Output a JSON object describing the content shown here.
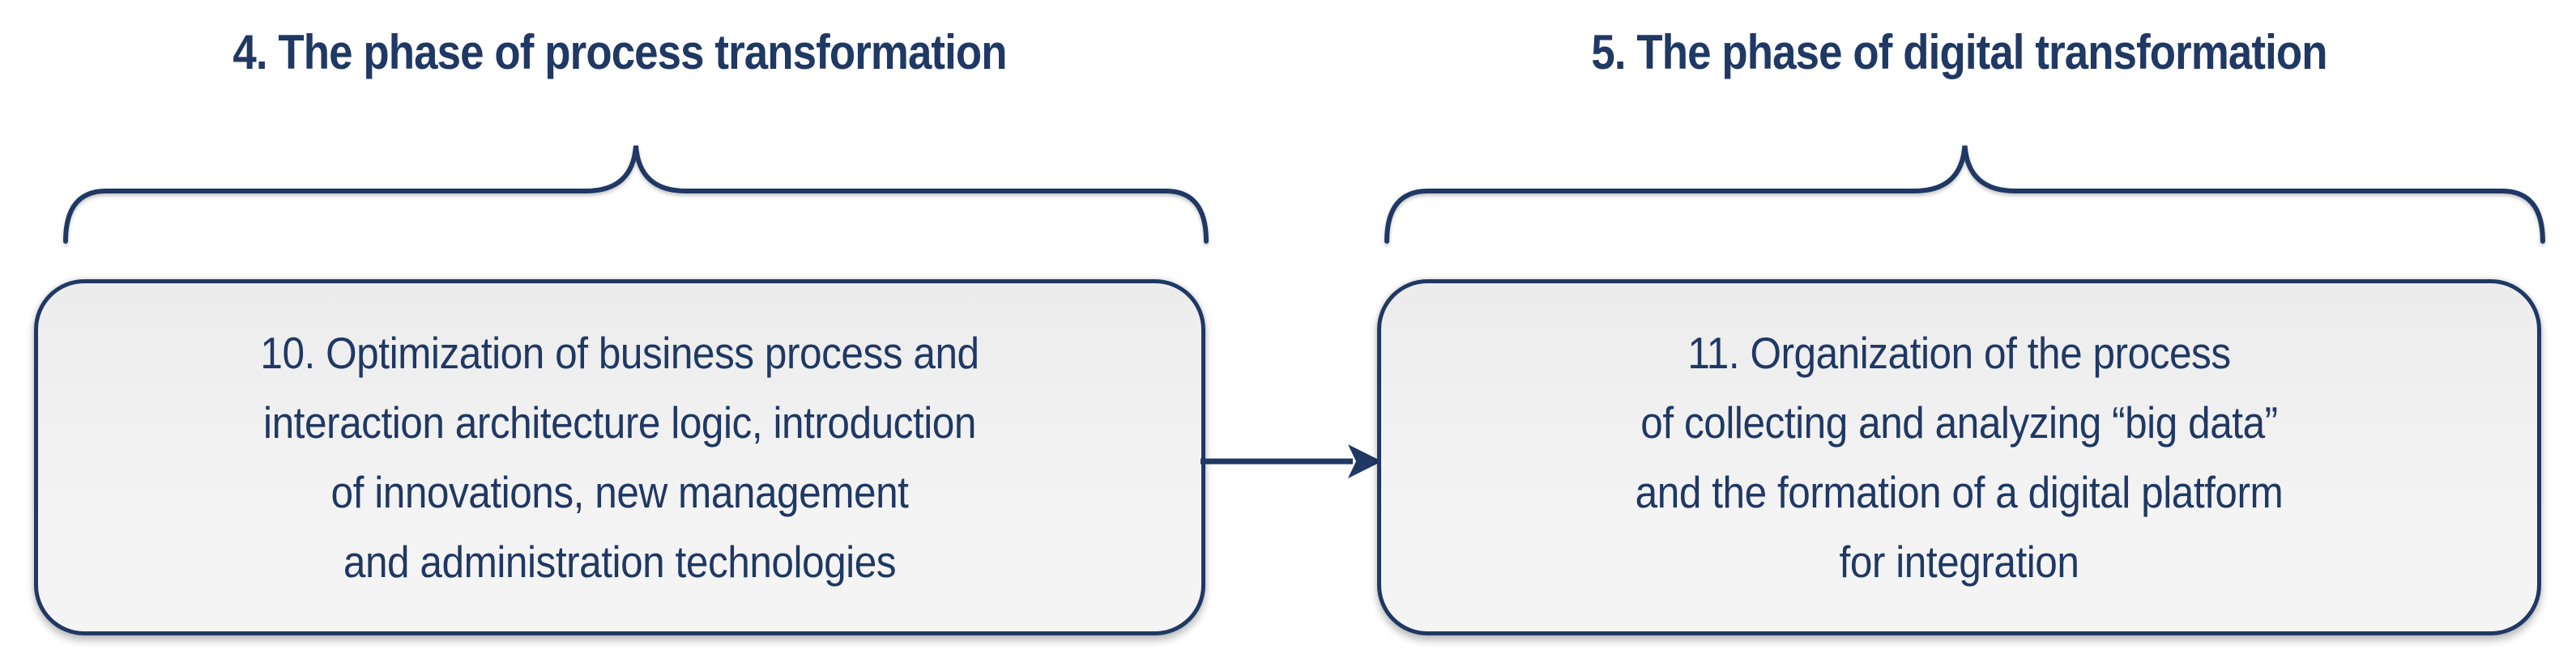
{
  "colors": {
    "accent_navy": "#1f3864",
    "box_fill": "#f2f2f2",
    "background": "#ffffff"
  },
  "phases": [
    {
      "title": "4. The phase of process transformation",
      "box_label": "10. Optimization of business process and\ninteraction architecture logic, introduction\nof innovations, new management\nand administration technologies"
    },
    {
      "title": "5. The phase of digital transformation",
      "box_label": "11. Organization of the process\nof collecting and analyzing “big data”\nand the formation of a digital platform\nfor integration"
    }
  ],
  "icons": {
    "brace": "curly-brace-up",
    "connector": "arrow-right"
  }
}
